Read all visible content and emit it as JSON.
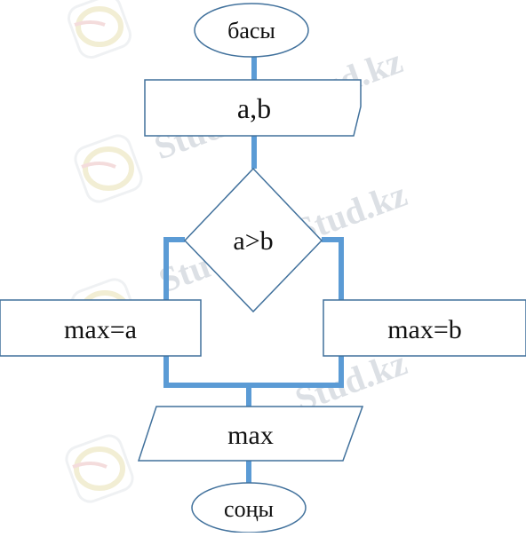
{
  "flowchart": {
    "start_label": "басы",
    "input_label": "a,b",
    "condition_label": "a>b",
    "left_branch_label": "max=a",
    "right_branch_label": "max=b",
    "output_label": "max",
    "end_label": "соңы"
  },
  "watermark": {
    "text": "Stud.kz - Stud.kz"
  },
  "colors": {
    "connector": "#5b9bd5",
    "shape_stroke": "#41719c",
    "shape_fill": "#ffffff",
    "watermark": "#d9dde2"
  }
}
